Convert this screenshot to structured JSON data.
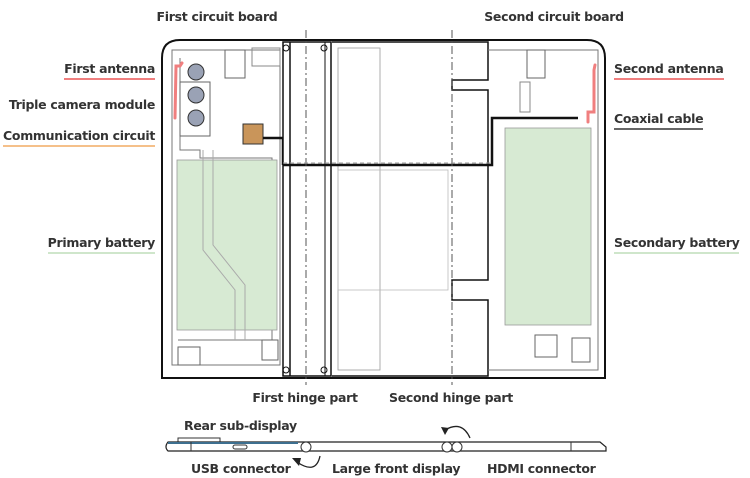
{
  "title_labels": {
    "first_circuit_board": "First circuit board",
    "second_circuit_board": "Second circuit board"
  },
  "left_labels": {
    "first_antenna": "First antenna",
    "triple_camera_module": "Triple camera module",
    "communication_circuit": "Communication circuit",
    "primary_battery": "Primary battery"
  },
  "right_labels": {
    "second_antenna": "Second antenna",
    "coaxial_cable": "Coaxial cable",
    "secondary_battery": "Secondary battery"
  },
  "hinge_labels": {
    "first_hinge_part": "First hinge part",
    "second_hinge_part": "Second hinge part"
  },
  "side_view_labels": {
    "rear_sub_display": "Rear sub-display",
    "usb_connector": "USB connector",
    "large_front_display": "Large front display",
    "hdmi_connector": "HDMI connector"
  },
  "colors": {
    "antenna": "#f07f7f",
    "communication_circuit": "#c9955a",
    "battery": "#d7ead3",
    "coaxial_underline": "#666666",
    "battery_underline": "#cfe6cb",
    "comm_underline": "#f5c08a"
  }
}
